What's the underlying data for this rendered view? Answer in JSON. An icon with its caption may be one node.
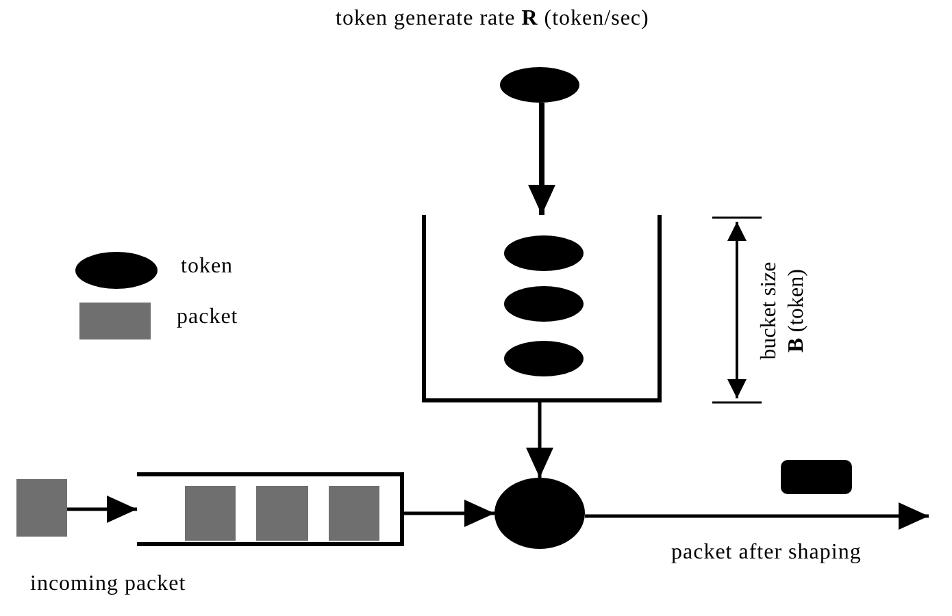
{
  "diagram": {
    "nodes": [
      {
        "text": [],
        "shape": "ellipse",
        "beside": [
          "token generate rate **R** (token/sec)"
        ]
      },
      {
        "text": [],
        "shape": "bucket"
      },
      {
        "text": [],
        "shape": "ellipse",
        "in": 1
      },
      {
        "text": [],
        "shape": "ellipse",
        "in": 1
      },
      {
        "text": [],
        "shape": "ellipse",
        "in": 1
      },
      {
        "text": [],
        "shape": "box",
        "beside": [
          "incoming packet"
        ]
      },
      {
        "text": [],
        "shape": "box"
      },
      {
        "text": [],
        "shape": "box",
        "in": 6
      },
      {
        "text": [],
        "shape": "box",
        "in": 6
      },
      {
        "text": [],
        "shape": "box",
        "in": 6
      },
      {
        "text": [],
        "shape": "circle"
      },
      {
        "text": [],
        "shape": "box",
        "beside": [
          "packet after shaping"
        ]
      }
    ],
    "edges": [
      {
        "from": 0,
        "to": 1,
        "arrow": "to"
      },
      {
        "from": 5,
        "to": 6,
        "arrow": "to"
      },
      {
        "from": 6,
        "to": 10,
        "arrow": "to"
      },
      {
        "from": 1,
        "to": 10,
        "arrow": "to"
      },
      {
        "from": 10,
        "to": null,
        "arrow": "to"
      }
    ],
    "labels": [
      "bucket size **B** (token)"
    ],
    "legend": [
      {
        "text": "token"
      },
      {
        "text": "packet",
        "color": "#6f6f6f"
      }
    ]
  }
}
